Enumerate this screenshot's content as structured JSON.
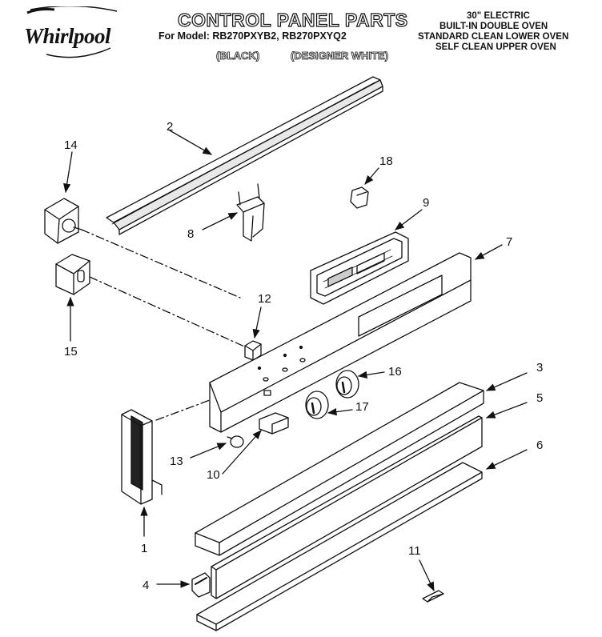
{
  "brand": "Whirlpool",
  "title": "CONTROL PANEL PARTS",
  "model_line": "For Model: RB270PXYB2, RB270PXYQ2",
  "colors": {
    "black": "(BLACK)",
    "designer_white": "(DESIGNER WHITE)"
  },
  "description": [
    "30\" ELECTRIC",
    "BUILT-IN DOUBLE OVEN",
    "STANDARD CLEAN LOWER OVEN",
    "SELF CLEAN UPPER OVEN"
  ],
  "callouts": [
    "1",
    "2",
    "3",
    "4",
    "5",
    "6",
    "7",
    "8",
    "9",
    "10",
    "11",
    "12",
    "13",
    "14",
    "15",
    "16",
    "17",
    "18"
  ],
  "line_color": "#111111"
}
